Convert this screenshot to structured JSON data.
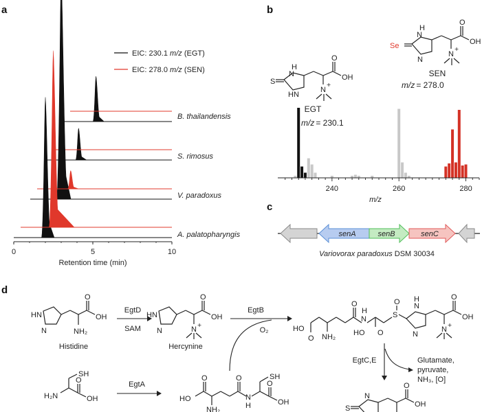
{
  "panels": {
    "a": "a",
    "b": "b",
    "c": "c",
    "d": "d"
  },
  "panel_a": {
    "legend": [
      {
        "prefix": "EIC: 230.1 ",
        "unit": "m/z",
        "suffix": " (EGT)",
        "color": "#111111"
      },
      {
        "prefix": "EIC: 278.0 ",
        "unit": "m/z",
        "suffix": " (SEN)",
        "color": "#e0382b"
      }
    ],
    "organisms": [
      "B. thailandensis",
      "S. rimosus",
      "V. paradoxus",
      "A. palatopharyngis"
    ],
    "x_ticks": [
      "0",
      "5",
      "10"
    ],
    "x_label": "Retention time (min)"
  },
  "panel_b": {
    "egt_name": "EGT",
    "egt_mz": "= 230.1",
    "sen_name": "SEN",
    "sen_mz": "= 278.0",
    "mz_unit": "m/z",
    "x_label": "m/z",
    "x_ticks": [
      "240",
      "260",
      "280"
    ],
    "atoms_egt": {
      "s": "S",
      "nh_top": "H",
      "n_top": "N",
      "hn": "HN",
      "oh": "OH",
      "o": "O",
      "nme3": "N",
      "plus": "+"
    },
    "atoms_sen": {
      "se": "Se",
      "h": "H",
      "n": "N",
      "n2": "N",
      "oh": "OH",
      "o": "O",
      "nme3": "N",
      "plus": "+"
    }
  },
  "panel_c": {
    "genes": [
      "senA",
      "senB",
      "senC"
    ],
    "gene_colors": [
      "#5b8fd6",
      "#4fbf5a",
      "#e05a5a"
    ],
    "organism": "Variovorax paradoxus",
    "strain": " DSM 30034"
  },
  "panel_d": {
    "names": {
      "histidine": "Histidine",
      "hercynine": "Hercynine",
      "products": [
        "Glutamate,",
        "pyruvate,",
        "NH₃, [O]"
      ]
    },
    "enzymes": {
      "egtd": "EgtD",
      "sam": "SAM",
      "egtb": "EgtB",
      "o2": "O₂",
      "egta": "EgtA",
      "egtce": "EgtC,E"
    },
    "atoms": {
      "oh": "OH",
      "o": "O",
      "nh2": "NH₂",
      "n": "N",
      "hn": "HN",
      "h": "H",
      "sh": "SH",
      "h2n": "H₂N",
      "ho": "HO",
      "s": "S",
      "plus": "+"
    }
  },
  "chart_data": [
    {
      "type": "line",
      "panel": "a",
      "xlabel": "Retention time (min)",
      "xlim": [
        0,
        10
      ],
      "x_ticks": [
        0,
        5,
        10
      ],
      "series": [
        {
          "name": "EIC: 230.1 m/z (EGT)",
          "organism": "B. thailandensis",
          "peaks": [
            {
              "x": 5.2,
              "rel_height": 0.2
            }
          ]
        },
        {
          "name": "EIC: 278.0 m/z (SEN)",
          "organism": "B. thailandensis",
          "peaks": []
        },
        {
          "name": "EIC: 230.1 m/z (EGT)",
          "organism": "S. rimosus",
          "peaks": [
            {
              "x": 4.1,
              "rel_height": 0.14
            }
          ]
        },
        {
          "name": "EIC: 278.0 m/z (SEN)",
          "organism": "S. rimosus",
          "peaks": []
        },
        {
          "name": "EIC: 230.1 m/z (EGT)",
          "organism": "V. paradoxus",
          "peaks": [
            {
              "x": 3.0,
              "rel_height": 1.0
            }
          ]
        },
        {
          "name": "EIC: 278.0 m/z (SEN)",
          "organism": "V. paradoxus",
          "peaks": [
            {
              "x": 3.6,
              "rel_height": 0.08
            }
          ]
        },
        {
          "name": "EIC: 230.1 m/z (EGT)",
          "organism": "A. palatopharyngis",
          "peaks": [
            {
              "x": 2.0,
              "rel_height": 0.62
            }
          ]
        },
        {
          "name": "EIC: 278.0 m/z (SEN)",
          "organism": "A. palatopharyngis",
          "peaks": [
            {
              "x": 2.5,
              "rel_height": 0.78
            }
          ]
        }
      ]
    },
    {
      "type": "bar",
      "panel": "b",
      "xlabel": "m/z",
      "x_ticks": [
        240,
        260,
        280
      ],
      "xlim": [
        224,
        284
      ],
      "series": [
        {
          "name": "EGT",
          "x": [
            230,
            231,
            232
          ],
          "values": [
            0.68,
            0.11,
            0.05
          ],
          "color": "#111111"
        },
        {
          "name": "other",
          "x": [
            229,
            233,
            234,
            235,
            240,
            246,
            247,
            248,
            252,
            260,
            261,
            262,
            263
          ],
          "values": [
            0.02,
            0.19,
            0.13,
            0.05,
            0.02,
            0.02,
            0.03,
            0.02,
            0.02,
            0.67,
            0.15,
            0.05,
            0.02
          ],
          "color": "#c8c8c8"
        },
        {
          "name": "SEN",
          "x": [
            274,
            275,
            276,
            277,
            278,
            279,
            280
          ],
          "values": [
            0.11,
            0.14,
            0.47,
            0.15,
            0.66,
            0.12,
            0.13
          ],
          "color": "#d43226"
        }
      ]
    }
  ]
}
